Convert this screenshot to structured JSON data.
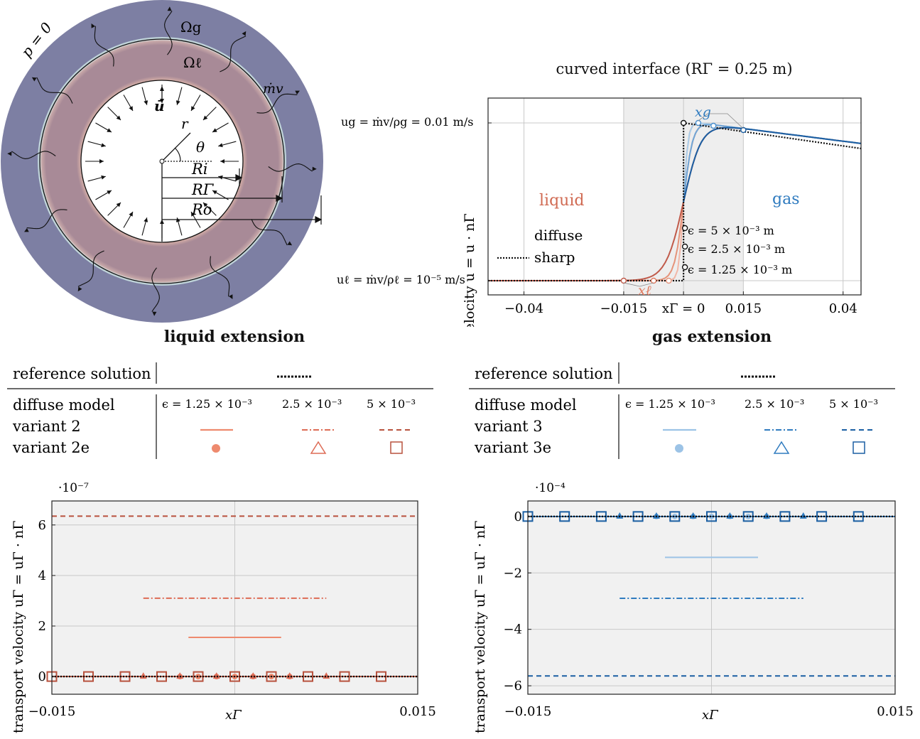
{
  "schematic": {
    "omega_g": "Ωg",
    "omega_l": "Ωℓ",
    "p0": "p = 0",
    "mdot": "ṁv",
    "ubar": "ū",
    "r": "r",
    "theta": "θ",
    "Ri": "Ri",
    "RGamma": "RΓ",
    "Ro": "Ro",
    "colors": {
      "gas": "#7d7fa3",
      "liquid": "#a88a97",
      "glow": "#f1c9b6",
      "interface_glow": "#cde6e6"
    }
  },
  "velocity_plot": {
    "title": "curved interface (RΓ = 0.25 m)",
    "ylabel": "velocity u = u · nΓ",
    "ug_label": "ug = ṁv/ρg = 0.01 m/s",
    "ul_label": "uℓ = ṁv/ρℓ = 10⁻⁵ m/s",
    "liquid_label": "liquid",
    "gas_label": "gas",
    "legend": {
      "diffuse": "diffuse",
      "sharp": "sharp"
    },
    "eps_labels": [
      "ϵ = 5 × 10⁻³ m",
      "ϵ = 2.5 × 10⁻³ m",
      "ϵ = 1.25 × 10⁻³ m"
    ],
    "xg_label": "xg",
    "xl_label": "xℓ",
    "xticks": [
      "−0.04",
      "−0.015",
      "xΓ = 0",
      "0.015",
      "0.04"
    ],
    "tick_values": [
      -0.04,
      -0.015,
      0,
      0.015,
      0.04
    ],
    "xlim": [
      -0.049,
      0.0445
    ],
    "shaded_region": [
      -0.015,
      0.015
    ]
  },
  "chart_data": [
    {
      "type": "line",
      "title": "liquid extension",
      "xlabel": "xΓ",
      "ylabel": "transport velocity uΓ = uΓ · nΓ",
      "multiplier": "·10⁻⁷",
      "xlim": [
        -0.015,
        0.015
      ],
      "ylim": [
        -0.7,
        6.95
      ],
      "xticks": [
        "−0.015",
        "0.015"
      ],
      "yticks": [
        "0",
        "2",
        "4",
        "6"
      ],
      "ytick_values": [
        0,
        2,
        4,
        6
      ],
      "grid": true,
      "series": [
        {
          "name": "variant 2, ϵ = 1.25 × 10⁻³",
          "color": "#ee8a6e",
          "style": "solid",
          "x": [
            -0.0038,
            0.0038
          ],
          "y": [
            1.55,
            1.55
          ]
        },
        {
          "name": "variant 2, ϵ = 2.5 × 10⁻³",
          "color": "#dd6b55",
          "style": "dashdot",
          "x": [
            -0.0075,
            0.0075
          ],
          "y": [
            3.1,
            3.1
          ]
        },
        {
          "name": "variant 2, ϵ = 5 × 10⁻³",
          "color": "#b8523e",
          "style": "dashed",
          "x": [
            -0.015,
            0.015
          ],
          "y": [
            6.35,
            6.35
          ]
        },
        {
          "name": "variant 2e, ϵ = 1.25 × 10⁻³",
          "color": "#ee8a6e",
          "marker": "circle",
          "x": [
            -0.0045,
            -0.003,
            -0.0015,
            0,
            0.0015,
            0.003,
            0.0045
          ],
          "y": [
            0,
            0,
            0,
            0,
            0,
            0,
            0
          ]
        },
        {
          "name": "variant 2e, ϵ = 2.5 × 10⁻³",
          "color": "#dd6b55",
          "marker": "triangle",
          "x": [
            -0.0075,
            -0.0045,
            -0.0015,
            0.0015,
            0.0045,
            0.0075
          ],
          "y": [
            0,
            0,
            0,
            0,
            0,
            0
          ]
        },
        {
          "name": "variant 2e, ϵ = 5 × 10⁻³",
          "color": "#b8523e",
          "marker": "square",
          "x": [
            -0.015,
            -0.012,
            -0.009,
            -0.006,
            -0.003,
            0,
            0.003,
            0.006,
            0.009,
            0.012
          ],
          "y": [
            0,
            0,
            0,
            0,
            0,
            0,
            0,
            0,
            0,
            0
          ]
        },
        {
          "name": "reference solution",
          "color": "#111111",
          "style": "dotted",
          "x": [
            -0.015,
            0.015
          ],
          "y": [
            0,
            0
          ]
        }
      ],
      "legend": {
        "reference": "reference solution",
        "model": "diffuse model",
        "variant": "variant 2",
        "variant_e": "variant 2e",
        "eps": [
          "ϵ = 1.25 × 10⁻³",
          "2.5 × 10⁻³",
          "5 × 10⁻³"
        ]
      }
    },
    {
      "type": "line",
      "title": "gas extension",
      "xlabel": "xΓ",
      "ylabel": "transport velocity uΓ = uΓ · nΓ",
      "multiplier": "·10⁻⁴",
      "xlim": [
        -0.015,
        0.015
      ],
      "ylim": [
        -6.3,
        0.55
      ],
      "xticks": [
        "−0.015",
        "0.015"
      ],
      "yticks": [
        "0",
        "−2",
        "−4",
        "−6"
      ],
      "ytick_values": [
        0,
        -2,
        -4,
        -6
      ],
      "grid": true,
      "series": [
        {
          "name": "variant 3, ϵ = 1.25 × 10⁻³",
          "color": "#9cc3e6",
          "style": "solid",
          "x": [
            -0.0038,
            0.0038
          ],
          "y": [
            -1.45,
            -1.45
          ]
        },
        {
          "name": "variant 3, ϵ = 2.5 × 10⁻³",
          "color": "#2f7bbf",
          "style": "dashdot",
          "x": [
            -0.0075,
            0.0075
          ],
          "y": [
            -2.9,
            -2.9
          ]
        },
        {
          "name": "variant 3, ϵ = 5 × 10⁻³",
          "color": "#1b5fa3",
          "style": "dashed",
          "x": [
            -0.015,
            0.015
          ],
          "y": [
            -5.65,
            -5.65
          ]
        },
        {
          "name": "variant 3e, ϵ = 1.25 × 10⁻³",
          "color": "#9cc3e6",
          "marker": "circle",
          "x": [
            -0.0045,
            -0.003,
            -0.0015,
            0,
            0.0015,
            0.003,
            0.0045
          ],
          "y": [
            0,
            0,
            0,
            0,
            0,
            0,
            0
          ]
        },
        {
          "name": "variant 3e, ϵ = 2.5 × 10⁻³",
          "color": "#2f7bbf",
          "marker": "triangle",
          "x": [
            -0.0075,
            -0.0045,
            -0.0015,
            0.0015,
            0.0045,
            0.0075
          ],
          "y": [
            0,
            0,
            0,
            0,
            0,
            0
          ]
        },
        {
          "name": "variant 3e, ϵ = 5 × 10⁻³",
          "color": "#1b5fa3",
          "marker": "square",
          "x": [
            -0.015,
            -0.012,
            -0.009,
            -0.006,
            -0.003,
            0,
            0.003,
            0.006,
            0.009,
            0.012
          ],
          "y": [
            0,
            0,
            0,
            0,
            0,
            0,
            0,
            0,
            0,
            0
          ]
        },
        {
          "name": "reference solution",
          "color": "#111111",
          "style": "dotted",
          "x": [
            -0.015,
            0.015
          ],
          "y": [
            0,
            0
          ]
        }
      ],
      "legend": {
        "reference": "reference solution",
        "model": "diffuse model",
        "variant": "variant 3",
        "variant_e": "variant 3e",
        "eps": [
          "ϵ = 1.25 × 10⁻³",
          "2.5 × 10⁻³",
          "5 × 10⁻³"
        ]
      }
    }
  ]
}
